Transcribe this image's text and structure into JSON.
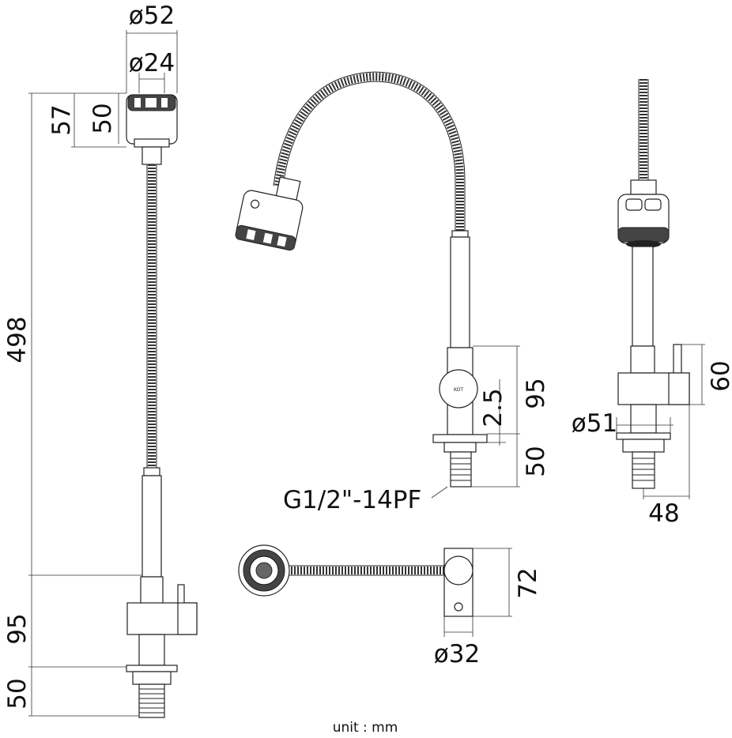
{
  "dimensions": {
    "head_outer_diameter": "ø52",
    "head_inner_diameter": "ø24",
    "head_total_height": "57",
    "head_body_height": "50",
    "overall_height": "498",
    "body_height_left": "95",
    "thread_length_left": "50",
    "body_height_side": "95",
    "handle_offset": "2.5",
    "thread_length_side": "50",
    "thread_spec": "G1/2\"-14PF",
    "handle_height": "60",
    "base_diameter": "ø51",
    "handle_reach": "48",
    "top_view_width": "72",
    "top_view_diameter": "ø32"
  },
  "footer": {
    "unit_label": "unit : mm"
  },
  "colors": {
    "line": "#222222",
    "fill_dark": "#444444",
    "background": "#ffffff"
  }
}
